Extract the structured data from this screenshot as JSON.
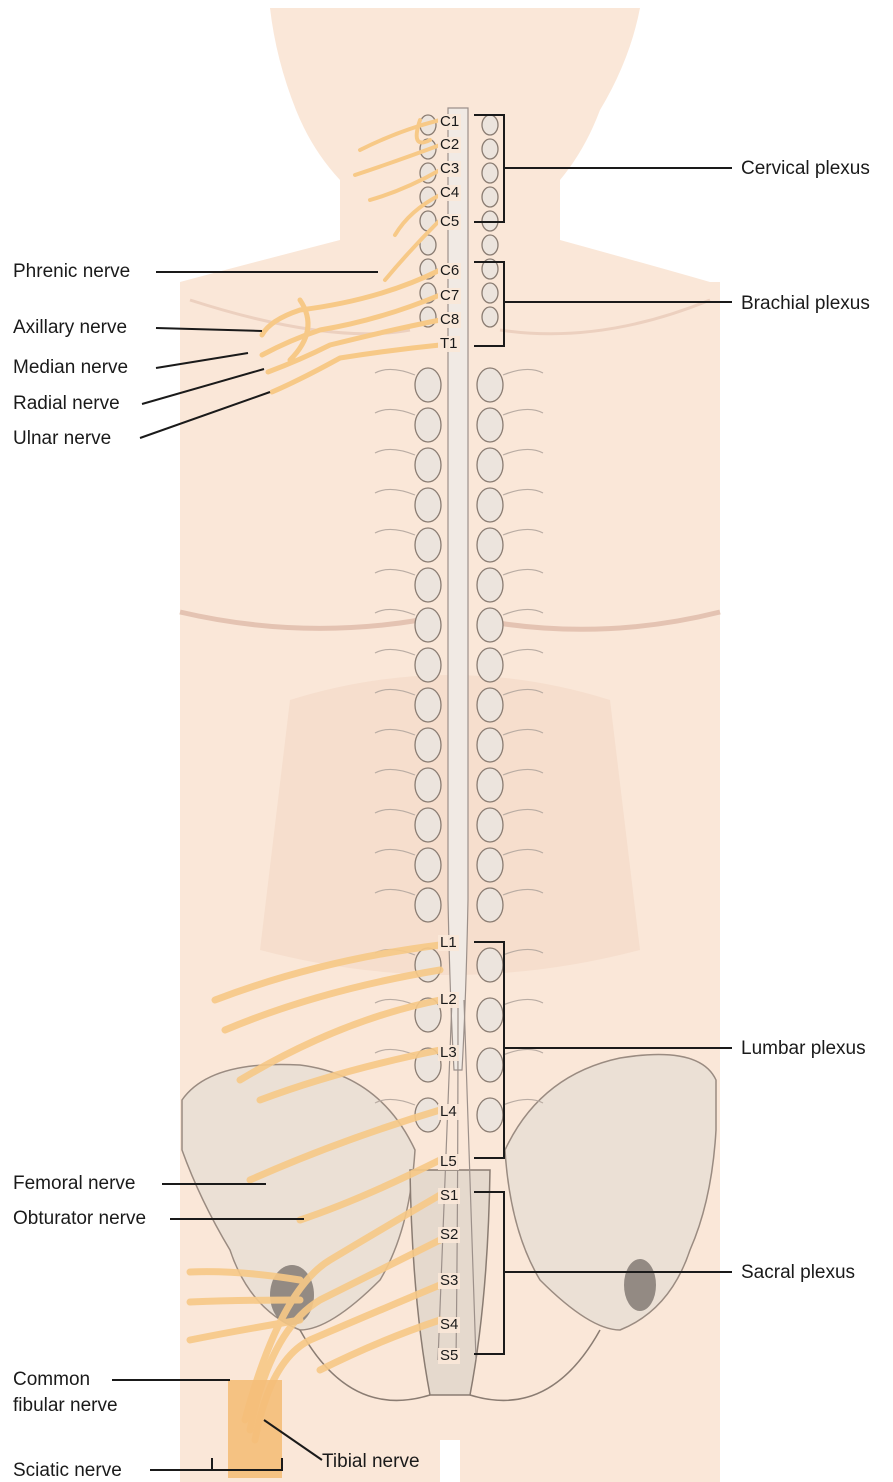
{
  "segments": {
    "c1": "C1",
    "c2": "C2",
    "c3": "C3",
    "c4": "C4",
    "c5": "C5",
    "c6": "C6",
    "c7": "C7",
    "c8": "C8",
    "t1": "T1",
    "l1": "L1",
    "l2": "L2",
    "l3": "L3",
    "l4": "L4",
    "l5": "L5",
    "s1": "S1",
    "s2": "S2",
    "s3": "S3",
    "s4": "S4",
    "s5": "S5"
  },
  "plexus_labels": {
    "cervical": "Cervical plexus",
    "brachial": "Brachial plexus",
    "lumbar": "Lumbar plexus",
    "sacral": "Sacral plexus"
  },
  "nerve_labels": {
    "phrenic": "Phrenic nerve",
    "axillary": "Axillary nerve",
    "median": "Median nerve",
    "radial": "Radial nerve",
    "ulnar": "Ulnar nerve",
    "femoral": "Femoral nerve",
    "obturator": "Obturator nerve",
    "common_fibular_line1": "Common",
    "common_fibular_line2": "fibular nerve",
    "sciatic": "Sciatic nerve",
    "tibial": "Tibial nerve"
  },
  "colors": {
    "skin": "#fae7d8",
    "skin_shadow": "#f1d3c0",
    "nerve": "#f7c987",
    "nerve_dark": "#e9a94f",
    "spine": "#ece4dd",
    "bone": "#e9dfd5",
    "bone_line": "#8a7c72",
    "leader": "#1a1a1a"
  }
}
